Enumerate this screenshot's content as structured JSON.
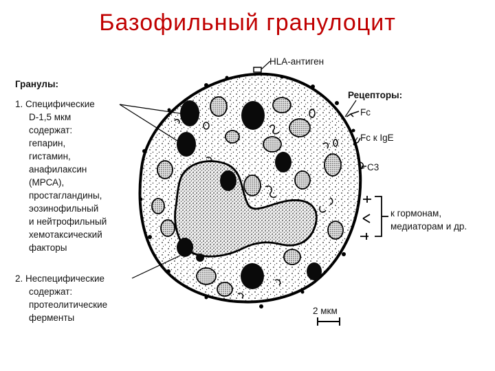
{
  "title": "Базофильный гранулоцит",
  "hla_label": "HLA-антиген",
  "granules": {
    "heading": "Гранулы:",
    "specific_lines": [
      "1. Специфические",
      "D-1,5 мкм",
      "содержат:",
      "гепарин,",
      "гистамин,",
      "анафилаксин",
      "(МРСА),",
      "простагландины,",
      "эозинофильный",
      "и нейтрофильный",
      "хемотаксический",
      "факторы"
    ],
    "nonspecific_lines": [
      "2. Неспецифические",
      "содержат:",
      "протеолитические",
      "ферменты"
    ]
  },
  "receptors": {
    "heading": "Рецепторы:",
    "fc": "Fc",
    "fc_ige": "Fc к IgE",
    "c3": "C3",
    "hormones_lines": [
      "к гормонам,",
      "медиаторам и др."
    ]
  },
  "scale_label": "2 мкм"
}
